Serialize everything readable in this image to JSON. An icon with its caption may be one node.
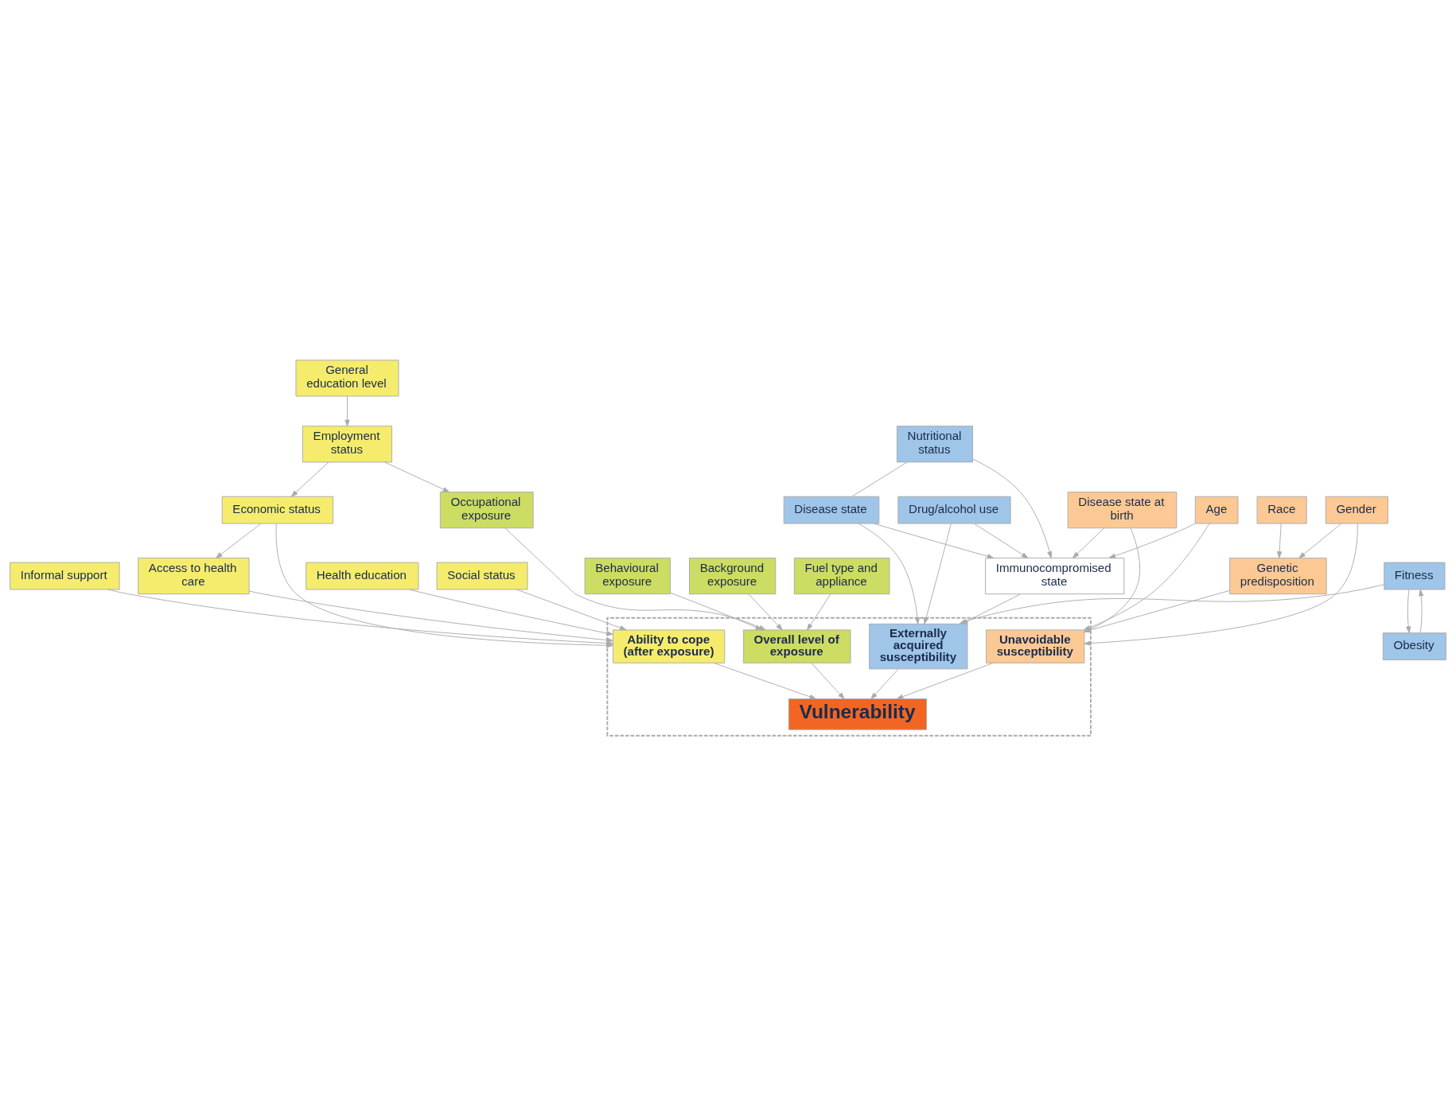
{
  "diagram": {
    "nodes": [
      {
        "text": [
          "Age"
        ]
      },
      {
        "text": [
          "Race"
        ]
      },
      {
        "text": [
          "Gender"
        ]
      },
      {
        "text": [
          "Nutritional status"
        ]
      },
      {
        "text": [
          "Genetic predisposition"
        ]
      },
      {
        "text": [
          "Disease state"
        ]
      },
      {
        "text": [
          "Drug/alcohol use"
        ]
      },
      {
        "text": [
          "Immunocompromised state"
        ]
      },
      {
        "text": [
          "Disease state at birth"
        ]
      },
      {
        "text": [
          "Obesity"
        ]
      },
      {
        "text": [
          "Fitness"
        ]
      },
      {
        "text": [],
        "shape": "box"
      },
      {
        "text": [
          "Unavoidable susceptibility"
        ],
        "in": 11
      },
      {
        "text": [
          "Externally acquired susceptibility"
        ],
        "in": 11
      },
      {
        "text": [
          "Vulnerability"
        ],
        "in": 11
      },
      {
        "text": [
          "Access to health care"
        ]
      },
      {
        "text": [
          "Overall level of exposure"
        ],
        "in": 11
      },
      {
        "text": [
          "Ability to cope (after exposure)"
        ],
        "in": 11
      },
      {
        "text": [
          "Occupational exposure"
        ]
      },
      {
        "text": [
          "Health education"
        ]
      },
      {
        "text": [
          "Behavioural exposure"
        ]
      },
      {
        "text": [
          "Social status"
        ]
      },
      {
        "text": [
          "Informal support"
        ]
      },
      {
        "text": [
          "Background exposure"
        ]
      },
      {
        "text": [
          "Fuel type and appliance"
        ]
      },
      {
        "text": [
          "Economic status"
        ]
      },
      {
        "text": [
          "Employment status"
        ]
      },
      {
        "text": [
          "General education level"
        ]
      }
    ],
    "edges": [
      {
        "from": 0,
        "to": 7,
        "arrow": "to"
      },
      {
        "from": 0,
        "to": 12,
        "arrow": "to"
      },
      {
        "from": 1,
        "to": 4,
        "arrow": "to"
      },
      {
        "from": 2,
        "to": 4,
        "arrow": "to"
      },
      {
        "from": 2,
        "to": 12,
        "arrow": "to"
      },
      {
        "from": 3,
        "to": 7,
        "arrow": "to"
      },
      {
        "from": 3,
        "to": 5,
        "arrow": "none"
      },
      {
        "from": 5,
        "to": 7,
        "arrow": "to"
      },
      {
        "from": 5,
        "to": 13,
        "arrow": "to"
      },
      {
        "from": 4,
        "to": 12,
        "arrow": "to"
      },
      {
        "from": 8,
        "to": 7,
        "arrow": "to"
      },
      {
        "from": 8,
        "to": 12,
        "arrow": "to"
      },
      {
        "from": 6,
        "to": 7,
        "arrow": "to"
      },
      {
        "from": 6,
        "to": 13,
        "arrow": "to"
      },
      {
        "from": 9,
        "to": 10,
        "arrow": "to"
      },
      {
        "from": 10,
        "to": 9,
        "arrow": "to"
      },
      {
        "from": 10,
        "to": 13,
        "arrow": "to"
      },
      {
        "from": 7,
        "to": 13,
        "arrow": "to"
      },
      {
        "from": 12,
        "to": 14,
        "arrow": "to"
      },
      {
        "from": 13,
        "to": 14,
        "arrow": "to"
      },
      {
        "from": 16,
        "to": 14,
        "arrow": "to"
      },
      {
        "from": 17,
        "to": 14,
        "arrow": "to"
      },
      {
        "from": 18,
        "to": 16,
        "arrow": "to"
      },
      {
        "from": 20,
        "to": 16,
        "arrow": "to"
      },
      {
        "from": 23,
        "to": 16,
        "arrow": "to"
      },
      {
        "from": 24,
        "to": 16,
        "arrow": "to"
      },
      {
        "from": 15,
        "to": 17,
        "arrow": "to"
      },
      {
        "from": 19,
        "to": 17,
        "arrow": "to"
      },
      {
        "from": 21,
        "to": 17,
        "arrow": "to"
      },
      {
        "from": 22,
        "to": 17,
        "arrow": "to"
      },
      {
        "from": 25,
        "to": 17,
        "arrow": "to"
      },
      {
        "from": 25,
        "to": 15,
        "arrow": "to"
      },
      {
        "from": 26,
        "to": 25,
        "arrow": "to"
      },
      {
        "from": 27,
        "to": 26,
        "arrow": "to"
      },
      {
        "from": 26,
        "to": 18,
        "arrow": "to"
      }
    ]
  }
}
